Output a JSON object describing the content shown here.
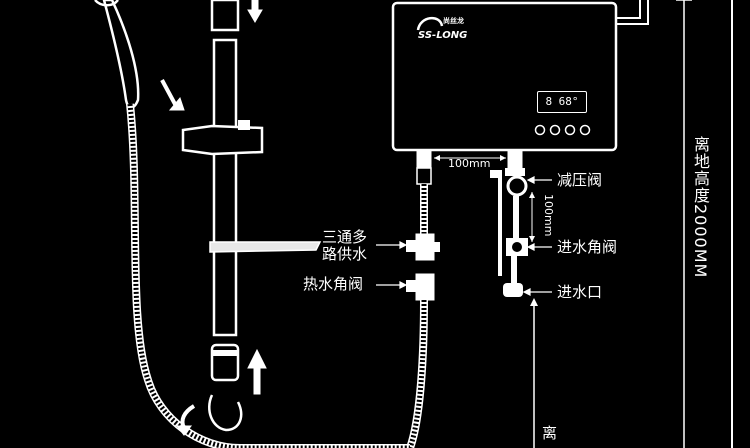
{
  "heater": {
    "brand_logo_text": "SS-LONG",
    "brand_logo_cn": "尚丝龙",
    "display_value": "8 68°",
    "button_count": 4
  },
  "labels": {
    "spacing_horizontal": "100mm",
    "spacing_vertical": "100mm",
    "pressure_valve": "减压阀",
    "inlet_angle_valve": "进水角阀",
    "inlet": "进水口",
    "three_way_line1": "三通多",
    "three_way_line2": "路供水",
    "hot_angle_valve": "热水角阀",
    "height_note": "离地高度2000MM",
    "bottom_note": "离"
  },
  "colors": {
    "background": "#000000",
    "line": "#ffffff",
    "fill_light": "#e8e8e8"
  }
}
